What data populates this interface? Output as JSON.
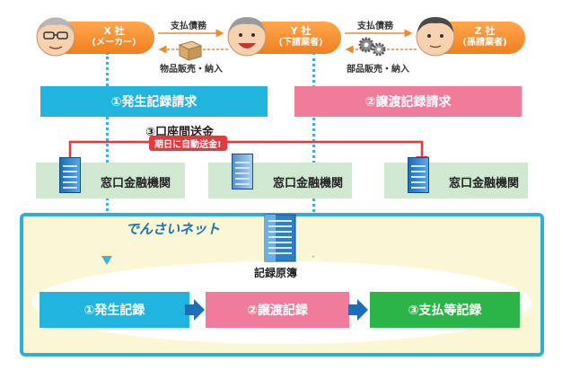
{
  "companies": [
    {
      "name": "X 社",
      "sub": "(メーカー)"
    },
    {
      "name": "Y 社",
      "sub": "(下請業者)"
    },
    {
      "name": "Z 社",
      "sub": "(孫請業者)"
    }
  ],
  "flows": {
    "debt_xy": "支払債務",
    "goods_xy": "物品販売・納入",
    "debt_yz": "支払債務",
    "goods_yz": "部品販売・納入"
  },
  "requests": {
    "occurrence": "①発生記録請求",
    "transfer": "②譲渡記録請求"
  },
  "transfer_box": {
    "title": "③口座間送金",
    "badge": "期日に自動送金!"
  },
  "banks": [
    "窓口金融機関",
    "窓口金融機関",
    "窓口金融機関"
  ],
  "network": {
    "name": "でんさいネット",
    "ledger": "記録原簿"
  },
  "records": [
    "①発生記録",
    "②譲渡記録",
    "③支払等記録"
  ],
  "colors": {
    "orange": "#f28a26",
    "cyan": "#1fb5de",
    "pink": "#f17b9b",
    "green": "#2bb548",
    "red": "#e8383d",
    "bank_green": "#cfe8cf",
    "net_frame": "#2bb0d9",
    "net_bg": "#fbf7d4"
  }
}
